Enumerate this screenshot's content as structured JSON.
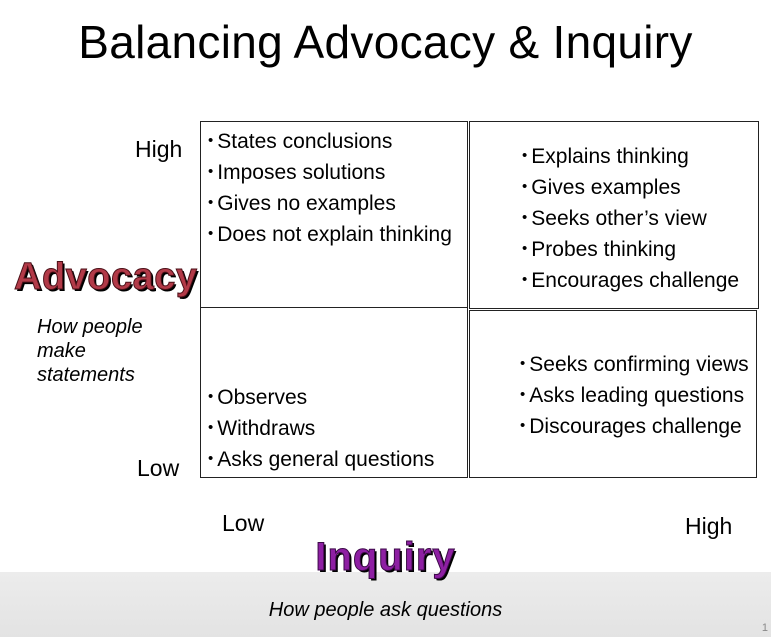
{
  "title": "Balancing Advocacy & Inquiry",
  "y_axis": {
    "title": "Advocacy",
    "subtitle": "How people make statements",
    "high": "High",
    "low": "Low"
  },
  "x_axis": {
    "title": "Inquiry",
    "subtitle": "How people ask questions",
    "low": "Low",
    "high": "High"
  },
  "quadrants": {
    "high_advocacy_low_inquiry": [
      "States conclusions",
      "Imposes solutions",
      "Gives no examples",
      "Does not explain thinking"
    ],
    "high_advocacy_high_inquiry": [
      "Explains thinking",
      "Gives examples",
      "Seeks other’s view",
      "Probes thinking",
      "Encourages challenge"
    ],
    "low_advocacy_low_inquiry": [
      "Observes",
      "Withdraws",
      "Asks general questions"
    ],
    "low_advocacy_high_inquiry": [
      "Seeks confirming views",
      "Asks leading questions",
      "Discourages challenge"
    ]
  },
  "page_number": "1",
  "colors": {
    "advocacy_title": "#b23a48",
    "inquiry_title": "#8e1fa3",
    "footer_band": "#e6e6e6"
  }
}
